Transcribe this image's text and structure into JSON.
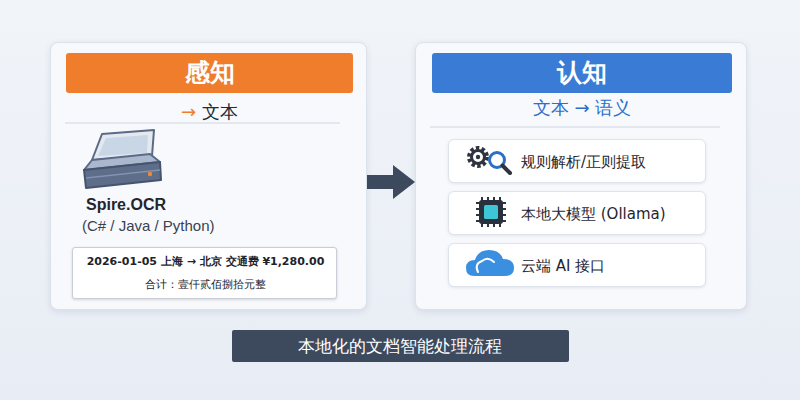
{
  "diagram": {
    "caption": "本地化的文档智能处理流程",
    "nodes": [
      {
        "text": [
          "→ 文本",
          "Spire.OCR",
          "(C# / Java / Python)"
        ]
      },
      {
        "text": [
          "感知"
        ],
        "in": 0
      },
      {
        "text": [
          "2026-01-05 上海 → 北京 交通费 ¥1,280.00",
          "合计：壹仟贰佰捌拾元整"
        ],
        "in": 0
      },
      {
        "text": [
          "文本 → 语义"
        ]
      },
      {
        "text": [
          "认知"
        ],
        "in": 3
      },
      {
        "text": [
          "规则解析/正则提取"
        ],
        "in": 3
      },
      {
        "text": [
          "本地大模型 (Ollama)"
        ],
        "in": 3
      },
      {
        "text": [
          "云端 AI 接口"
        ],
        "in": 3
      }
    ],
    "edges": [
      {
        "from": 0,
        "to": 3,
        "arrow": "to"
      }
    ]
  }
}
